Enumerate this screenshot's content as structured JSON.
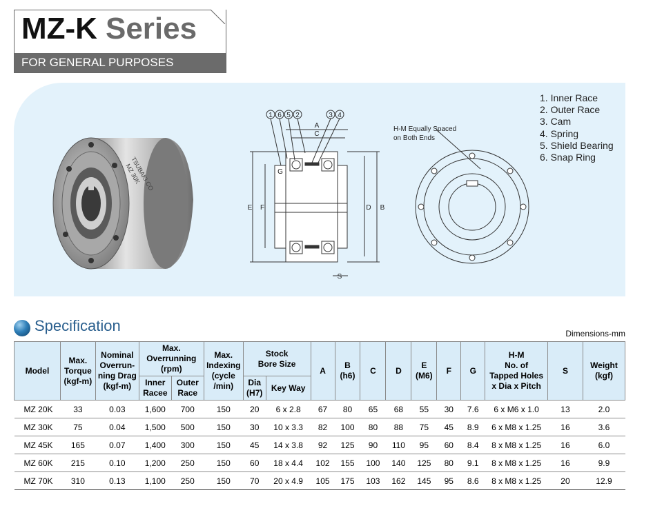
{
  "header": {
    "title_model": "MZ-K",
    "title_series": "Series",
    "subtitle": "FOR GENERAL PURPOSES"
  },
  "figure": {
    "parts": [
      "1. Inner Race",
      "2. Outer Race",
      "3. Cam",
      "4. Spring",
      "5. Shield Bearing",
      "6. Snap Ring"
    ],
    "drawing_note_line1": "H-M Equally Spaced",
    "drawing_note_line2": "on Both Ends",
    "callouts": [
      "1",
      "6",
      "5",
      "2",
      "3",
      "4"
    ],
    "dim_labels": [
      "A",
      "C",
      "G",
      "E",
      "F",
      "D",
      "B",
      "S"
    ],
    "photo_engraving": [
      "TSUBAKI CO",
      "MZ 30K"
    ]
  },
  "spec": {
    "title": "Specification",
    "units_note": "Dimensions-mm",
    "headers": {
      "model": "Model",
      "max_torque": [
        "Max.",
        "Torque",
        "(kgf-m)"
      ],
      "drag": [
        "Nominal",
        "Overrun-",
        "ning Drag",
        "(kgf-m)"
      ],
      "overrun": [
        "Max.",
        "Overrunning",
        "(rpm)"
      ],
      "inner": [
        "Inner",
        "Racee"
      ],
      "outer": [
        "Outer",
        "Race"
      ],
      "indexing": [
        "Max.",
        "Indexing",
        "(cycle",
        "/min)"
      ],
      "bore": [
        "Stock",
        "Bore Size"
      ],
      "dia": [
        "Dia",
        "(H7)"
      ],
      "keyway": "Key Way",
      "a": "A",
      "b": [
        "B",
        "(h6)"
      ],
      "c": "C",
      "d": "D",
      "e": [
        "E",
        "(M6)"
      ],
      "f": "F",
      "g": "G",
      "hm": [
        "H-M",
        "No. of",
        "Tapped Holes",
        "x Dia x Pitch"
      ],
      "s": "S",
      "weight": [
        "Weight",
        "(kgf)"
      ]
    },
    "rows": [
      [
        "MZ 20K",
        "33",
        "0.03",
        "1,600",
        "700",
        "150",
        "20",
        "6 x 2.8",
        "67",
        "80",
        "65",
        "68",
        "55",
        "30",
        "7.6",
        "6 x M6 x 1.0",
        "13",
        "2.0"
      ],
      [
        "MZ 30K",
        "75",
        "0.04",
        "1,500",
        "500",
        "150",
        "30",
        "10 x 3.3",
        "82",
        "100",
        "80",
        "88",
        "75",
        "45",
        "8.9",
        "6 x M8 x 1.25",
        "16",
        "3.6"
      ],
      [
        "MZ 45K",
        "165",
        "0.07",
        "1,400",
        "300",
        "150",
        "45",
        "14 x 3.8",
        "92",
        "125",
        "90",
        "110",
        "95",
        "60",
        "8.4",
        "8 x M8 x 1.25",
        "16",
        "6.0"
      ],
      [
        "MZ 60K",
        "215",
        "0.10",
        "1,200",
        "250",
        "150",
        "60",
        "18 x 4.4",
        "102",
        "155",
        "100",
        "140",
        "125",
        "80",
        "9.1",
        "8 x M8 x 1.25",
        "16",
        "9.9"
      ],
      [
        "MZ 70K",
        "310",
        "0.13",
        "1,100",
        "250",
        "150",
        "70",
        "20 x 4.9",
        "105",
        "175",
        "103",
        "162",
        "145",
        "95",
        "8.6",
        "8 x M8 x 1.25",
        "20",
        "12.9"
      ]
    ]
  }
}
